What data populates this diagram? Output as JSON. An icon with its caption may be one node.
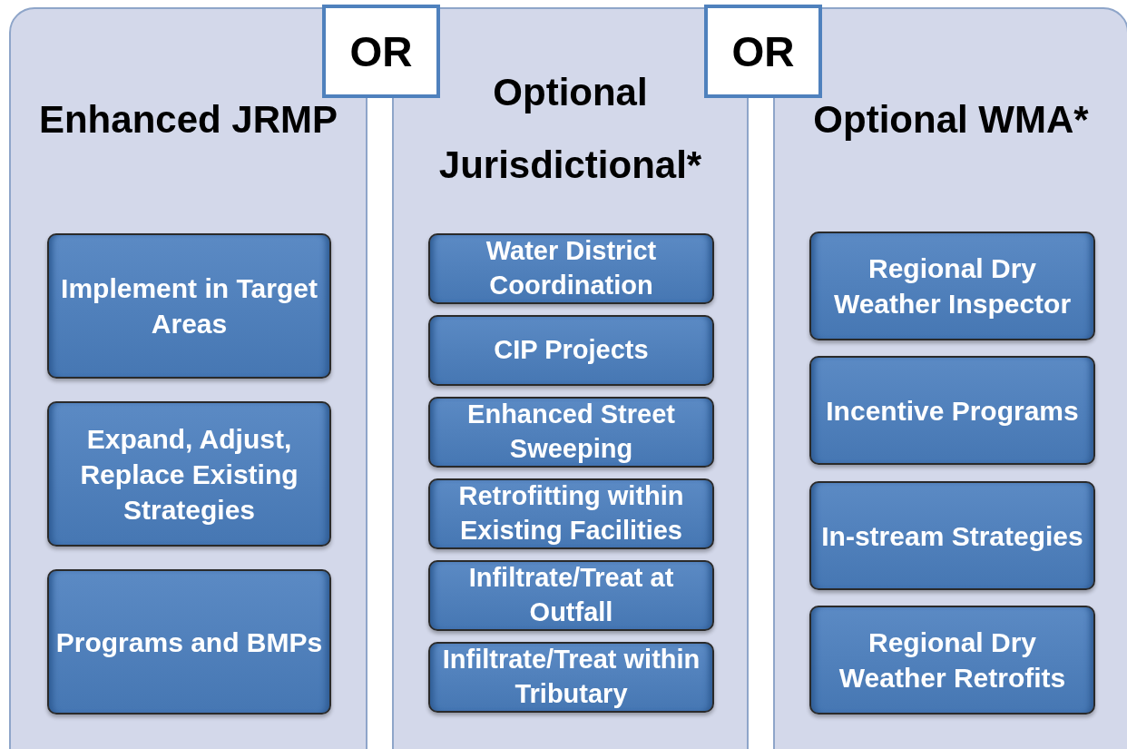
{
  "diagram": {
    "nodes": [
      {
        "text": [
          "Enhanced JRMP"
        ]
      },
      {
        "text": [
          "Implement in Target Areas"
        ],
        "in": 0
      },
      {
        "text": [
          "Expand, Adjust, Replace Existing Strategies"
        ],
        "in": 0
      },
      {
        "text": [
          "Programs and BMPs"
        ],
        "in": 0
      },
      {
        "text": [
          "OR"
        ]
      },
      {
        "text": [
          "Optional Jurisdictional*"
        ]
      },
      {
        "text": [
          "Water District Coordination"
        ],
        "in": 5
      },
      {
        "text": [
          "CIP Projects"
        ],
        "in": 5
      },
      {
        "text": [
          "Enhanced Street Sweeping"
        ],
        "in": 5
      },
      {
        "text": [
          "Retrofitting within Existing Facilities"
        ],
        "in": 5
      },
      {
        "text": [
          "Infiltrate/Treat at Outfall"
        ],
        "in": 5
      },
      {
        "text": [
          "Infiltrate/Treat within Tributary"
        ],
        "in": 5
      },
      {
        "text": [
          "OR"
        ]
      },
      {
        "text": [
          "Optional WMA*"
        ]
      },
      {
        "text": [
          "Regional Dry Weather Inspector"
        ],
        "in": 13
      },
      {
        "text": [
          "Incentive Programs"
        ],
        "in": 13
      },
      {
        "text": [
          "In-stream Strategies"
        ],
        "in": 13
      },
      {
        "text": [
          "Regional Dry Weather Retrofits"
        ],
        "in": 13
      }
    ]
  }
}
